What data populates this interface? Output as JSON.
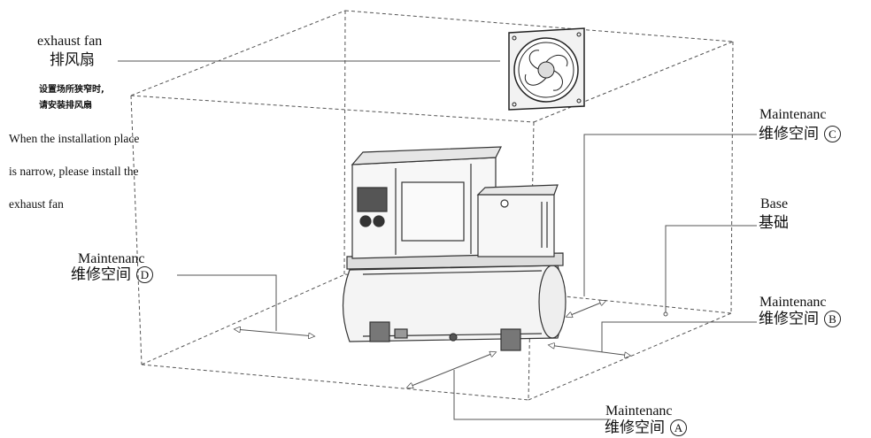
{
  "exhaust_fan": {
    "en": "exhaust fan",
    "zh": "排风扇",
    "note_zh_1": "设置场所狭窄时,",
    "note_zh_2": "请安装排风扇",
    "note_en_1": "When the installation place",
    "note_en_2": "is narrow, please install the",
    "note_en_3": "exhaust fan"
  },
  "maint_c": {
    "en": "Maintenanc",
    "zh": "维修空间",
    "mark": "C"
  },
  "base": {
    "en": "Base",
    "zh": "基础"
  },
  "maint_d": {
    "en": "Maintenanc",
    "zh": "维修空间",
    "mark": "D"
  },
  "maint_b": {
    "en": "Maintenanc",
    "zh": "维修空间",
    "mark": "B"
  },
  "maint_a": {
    "en": "Maintenanc",
    "zh": "维修空间",
    "mark": "A"
  }
}
